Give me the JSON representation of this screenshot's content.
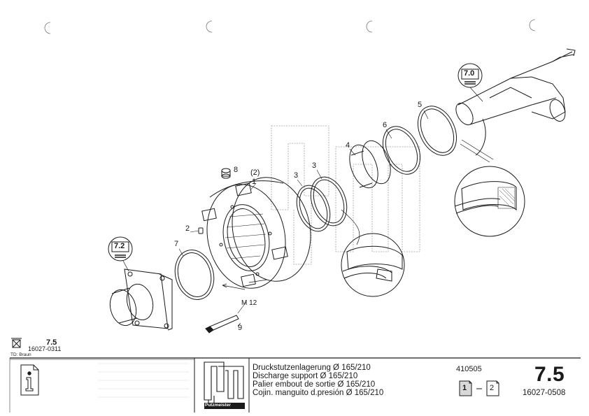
{
  "drawing": {
    "callouts": {
      "c1": "1",
      "c2": "2",
      "c2b": "(2)",
      "c3a": "3",
      "c3b": "3",
      "c4": "4",
      "c5": "5",
      "c6": "6",
      "c7": "7",
      "c8": "8",
      "c9": "9"
    },
    "thread_label": "M 12",
    "ref_tags": {
      "upper": "7.0",
      "lower": "7.2"
    }
  },
  "stamp": {
    "section": "7.5",
    "doc_number": "16027-0311",
    "td_label": "TD: Braun"
  },
  "title_block": {
    "logo_text": "Putzmeister",
    "lines": [
      "Druckstutzenlagerung Ø 165/210",
      "Discharge support Ø 165/210",
      "Palier embout de sortie Ø 165/210",
      "Cojin. manguito d.presión Ø 165/210"
    ],
    "date_code": "410505",
    "section": "7.5",
    "page_from": "1",
    "page_to": "2",
    "doc_number": "16027-0508"
  },
  "colors": {
    "line": "#1a1a1a",
    "watermark": "#9a9a9a",
    "tag_fill": "#ffffff"
  },
  "icons": [
    "info-icon",
    "crossed-box-icon",
    "punch-hole-icon"
  ]
}
